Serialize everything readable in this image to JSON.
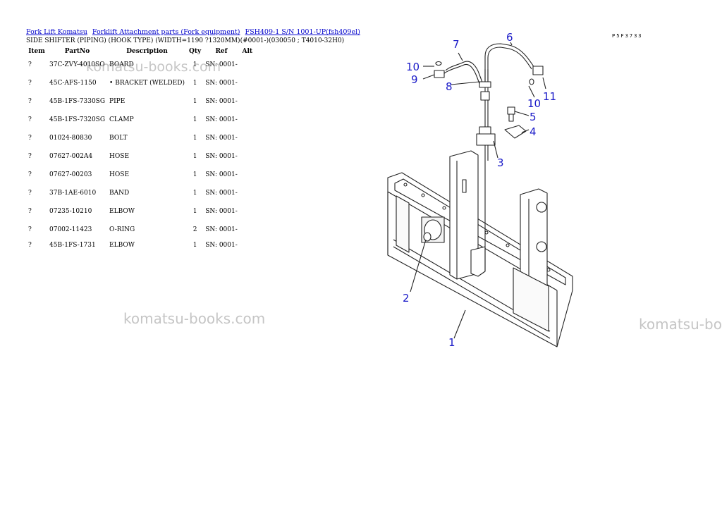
{
  "breadcrumb": {
    "link1": "Fork Lift Komatsu",
    "link2": "Forklift Attachment parts (Fork equipment)",
    "link3": "FSH409-1 S/N 1001-UP(fsh409el)"
  },
  "subtitle": "SIDE SHIFTER (PIPING) (HOOK TYPE) (WIDTH=1190 ?1320MM)(#0001-)(030050 ; T4010-32H0)",
  "table": {
    "headers": {
      "item": "Item",
      "partno": "PartNo",
      "description": "Description",
      "qty": "Qty",
      "ref": "Ref",
      "alt": "Alt"
    },
    "rows": [
      {
        "item": "?",
        "partno": "37C-ZVY-4010SO",
        "description": "BOARD",
        "qty": "1",
        "ref": "SN: 0001-"
      },
      {
        "item": "?",
        "partno": "45C-AFS-1150",
        "description": "• BRACKET (WELDED)",
        "qty": "1",
        "ref": "SN: 0001-"
      },
      {
        "item": "?",
        "partno": "45B-1FS-7330SG",
        "description": "PIPE",
        "qty": "1",
        "ref": "SN: 0001-"
      },
      {
        "item": "?",
        "partno": "45B-1FS-7320SG",
        "description": "CLAMP",
        "qty": "1",
        "ref": "SN: 0001-"
      },
      {
        "item": "?",
        "partno": "01024-80830",
        "description": "BOLT",
        "qty": "1",
        "ref": "SN: 0001-"
      },
      {
        "item": "?",
        "partno": "07627-002A4",
        "description": "HOSE",
        "qty": "1",
        "ref": "SN: 0001-"
      },
      {
        "item": "?",
        "partno": "07627-00203",
        "description": "HOSE",
        "qty": "1",
        "ref": "SN: 0001-"
      },
      {
        "item": "?",
        "partno": "37B-1AE-6010",
        "description": "BAND",
        "qty": "1",
        "ref": "SN: 0001-"
      },
      {
        "item": "?",
        "partno": "07235-10210",
        "description": "ELBOW",
        "qty": "1",
        "ref": "SN: 0001-"
      },
      {
        "item": "?",
        "partno": "07002-11423",
        "description": "O-RING",
        "qty": "2",
        "ref": "SN: 0001-"
      },
      {
        "item": "?",
        "partno": "45B-1FS-1731",
        "description": "ELBOW",
        "qty": "1",
        "ref": "SN: 0001-"
      }
    ]
  },
  "page_code": "P5F3733",
  "watermark": "komatsu-books.com",
  "diagram": {
    "callouts": [
      "1",
      "2",
      "3",
      "4",
      "5",
      "6",
      "7",
      "8",
      "9",
      "10",
      "10",
      "11"
    ],
    "callout_color": "#1a1ac8"
  }
}
